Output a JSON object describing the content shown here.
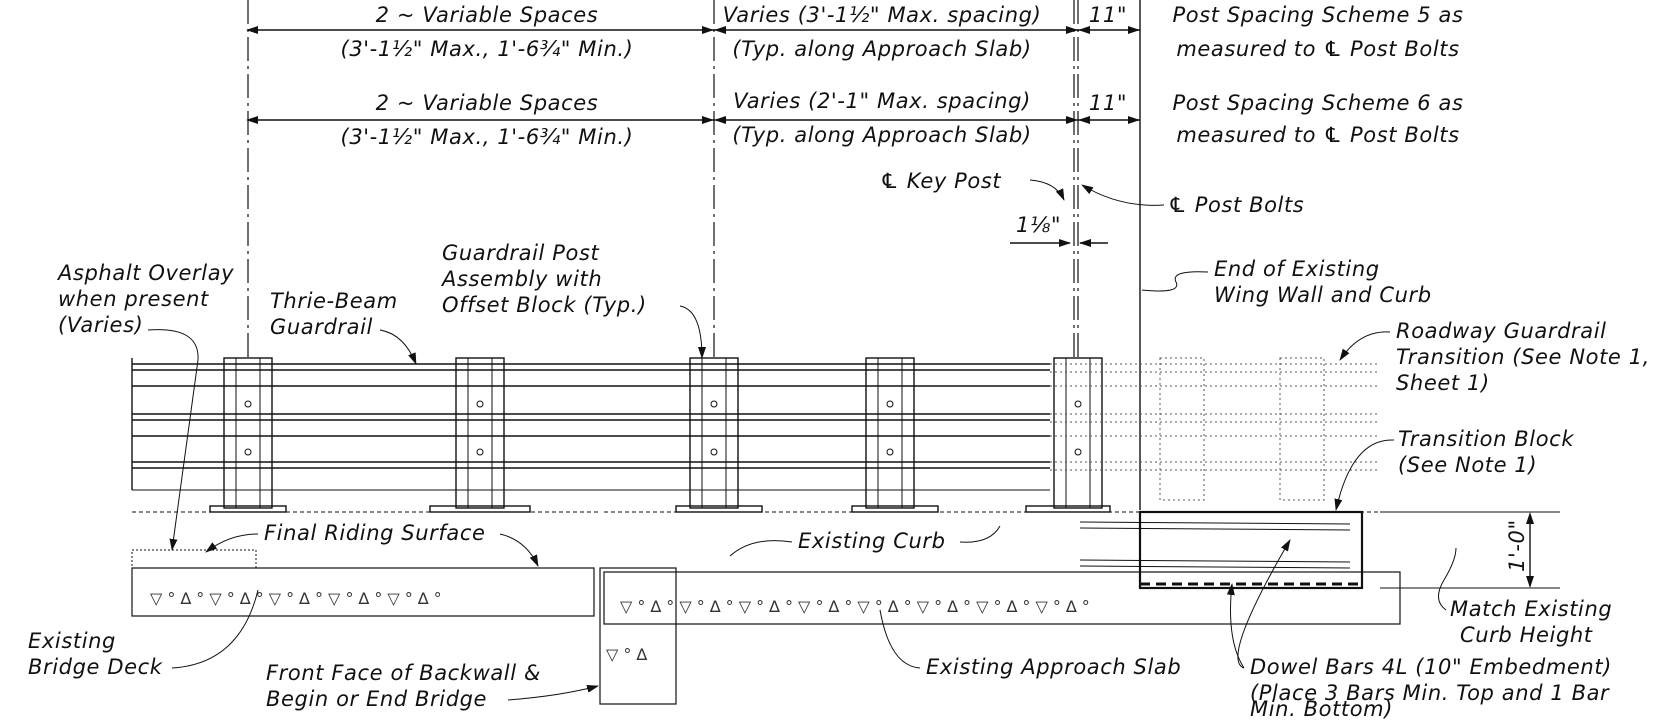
{
  "dimensions": {
    "row1": {
      "variable_spaces": "2 ~ Variable Spaces",
      "variable_limits": "(3'-1½\" Max., 1'-6¾\" Min.)",
      "varies": "Varies (3'-1½\" Max. spacing)",
      "typ": "(Typ. along Approach Slab)",
      "eleven": "11\"",
      "scheme_line1": "Post Spacing Scheme 5 as",
      "scheme_line2": "measured to ℄ Post Bolts"
    },
    "row2": {
      "variable_spaces": "2 ~ Variable Spaces",
      "variable_limits": "(3'-1½\" Max., 1'-6¾\" Min.)",
      "varies": "Varies (2'-1\" Max. spacing)",
      "typ": "(Typ. along Approach Slab)",
      "eleven": "11\"",
      "scheme_line1": "Post Spacing Scheme 6 as",
      "scheme_line2": "measured to ℄ Post Bolts"
    },
    "offset": "1⅛\"",
    "curb_height": "1'-0\""
  },
  "labels": {
    "key_post": "℄ Key Post",
    "post_bolts": "℄ Post Bolts",
    "end_wing_1": "End of Existing",
    "end_wing_2": "Wing Wall and Curb",
    "asphalt_1": "Asphalt Overlay",
    "asphalt_2": "when present",
    "asphalt_3": "(Varies)",
    "thrie_1": "Thrie-Beam",
    "thrie_2": "Guardrail",
    "post_assy_1": "Guardrail Post",
    "post_assy_2": "Assembly with",
    "post_assy_3": "Offset Block (Typ.)",
    "roadway_1": "Roadway Guardrail",
    "roadway_2": "Transition (See Note 1,",
    "roadway_3": "Sheet 1)",
    "transition_1": "Transition Block",
    "transition_2": "(See Note 1)",
    "final_riding": "Final Riding Surface",
    "existing_curb": "Existing Curb",
    "bridge_deck_1": "Existing",
    "bridge_deck_2": "Bridge Deck",
    "backwall_1": "Front Face of Backwall &",
    "backwall_2": "Begin or End Bridge",
    "approach_slab": "Existing Approach Slab",
    "dowel_1": "Dowel Bars 4L (10\" Embedment)",
    "dowel_2": "(Place 3 Bars Min. Top and 1 Bar",
    "dowel_3": "Min. Bottom)",
    "match_1": "Match Existing",
    "match_2": "Curb Height"
  }
}
